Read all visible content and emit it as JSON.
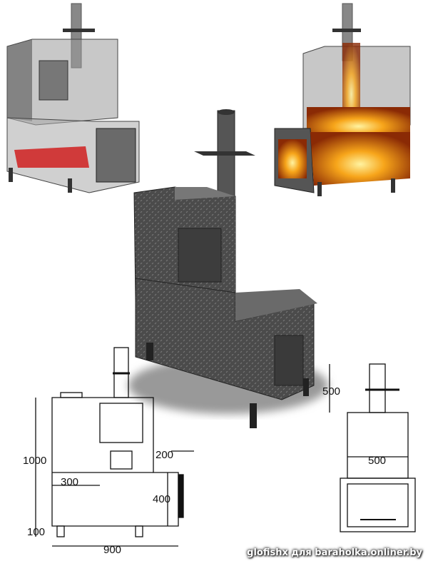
{
  "drawing_front": {
    "height_label": "1000",
    "firebox_width_label": "300",
    "step_label": "200",
    "lower_height_label": "400",
    "leg_label": "100",
    "width_label": "900"
  },
  "drawing_side": {
    "chimney_label": "500",
    "depth_label": "500"
  },
  "watermark": "glofishx для baraholka.onliner.by",
  "colors": {
    "steel": "#4a4a4a",
    "fire": "#f08a10",
    "glass": "#7a8a8a"
  }
}
